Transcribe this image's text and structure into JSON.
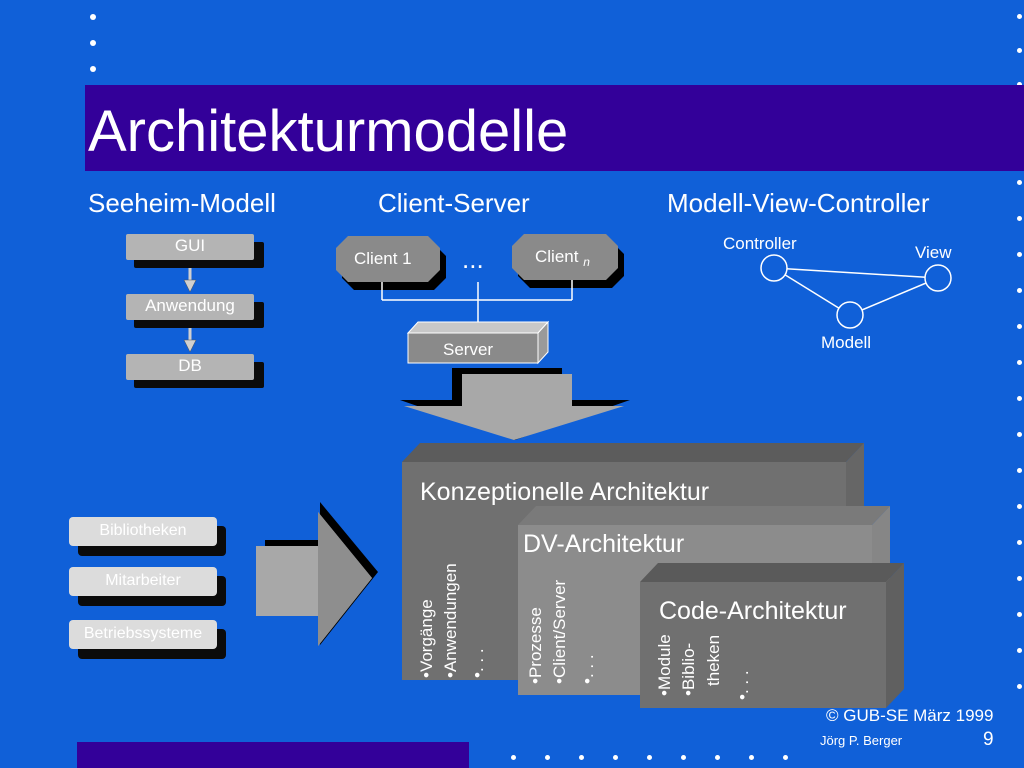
{
  "slide": {
    "title": "Architekturmodelle",
    "copyright": "© GUB-SE März 1999",
    "author": "Jörg P. Berger",
    "page_number": "9"
  },
  "seeheim": {
    "title": "Seeheim-Modell",
    "layers": [
      "GUI",
      "Anwendung",
      "DB"
    ]
  },
  "client_server": {
    "title": "Client-Server",
    "client1": "Client 1",
    "clientn_label": "Client",
    "clientn_sub": "n",
    "ellipsis": "...",
    "server": "Server"
  },
  "mvc": {
    "title": "Modell-View-Controller",
    "controller": "Controller",
    "view": "View",
    "modell": "Modell"
  },
  "resources": [
    "Bibliotheken",
    "Mitarbeiter",
    "Betriebssysteme"
  ],
  "architectures": {
    "konzeptionell": {
      "title": "Konzeptionelle Architektur",
      "items": [
        "•Vorgänge",
        "•Anwendungen",
        "•. . ."
      ]
    },
    "dv": {
      "title": "DV-Architektur",
      "items": [
        "•Prozesse",
        "•Client/Server",
        "•. . ."
      ]
    },
    "code": {
      "title": "Code-Architektur",
      "items": [
        "•Module",
        "•Biblio-",
        "theken",
        "•. . ."
      ]
    }
  },
  "colors": {
    "background": "#1060d8",
    "title_band": "#330099",
    "box_dark": "#707070",
    "box_mid": "#8c8c8c",
    "box_light": "#a0a0a0"
  }
}
